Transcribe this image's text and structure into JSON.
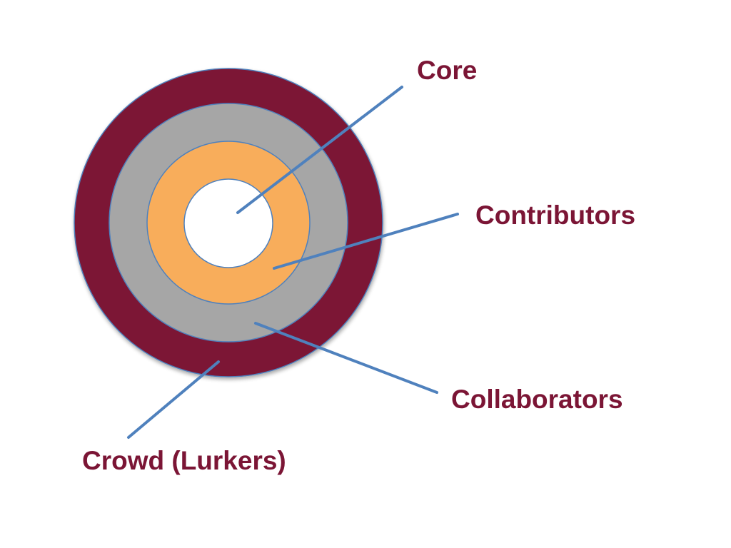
{
  "diagram": {
    "labels": {
      "core": "Core",
      "contributors": "Contributors",
      "collaborators": "Collaborators",
      "crowd": "Crowd (Lurkers)"
    },
    "colors": {
      "crowd_ring": "#7b1535",
      "collaborators_ring": "#a6a6a6",
      "contributors_ring": "#f8ad5b",
      "core_circle": "#ffffff",
      "outline": "#4f81bd",
      "connector": "#4f81bd",
      "label_text": "#7b1535"
    }
  }
}
